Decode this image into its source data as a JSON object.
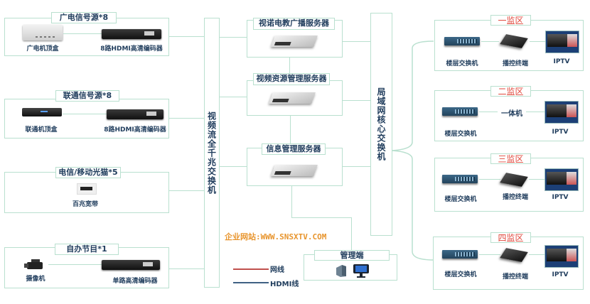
{
  "sources": [
    {
      "title": "广电信号源*8",
      "device_a": "广电机顶盒",
      "device_b": "8路HDMI高清编码器"
    },
    {
      "title": "联通信号源*8",
      "device_a": "联通机顶盒",
      "device_b": "8路HDMI高清编码器"
    },
    {
      "title": "电信/移动光猫*5",
      "device_a": "百兆宽带"
    },
    {
      "title": "自办节目*1",
      "device_a": "摄像机",
      "device_b": "单路高清编码器"
    }
  ],
  "video_switch": {
    "label": "视频流全千兆交换机"
  },
  "core_switch": {
    "label": "局域网核心交换机"
  },
  "servers": [
    {
      "title": "视诺电教广播服务器"
    },
    {
      "title": "视频资源管理服务器"
    },
    {
      "title": "信息管理服务器"
    }
  ],
  "management": {
    "title": "管理端"
  },
  "website": "企业网站:WWW.SNSXTV.COM",
  "legend": [
    {
      "label": "网线",
      "color": "#c0504d"
    },
    {
      "label": "HDMI线",
      "color": "#3f6184"
    }
  ],
  "zones": [
    {
      "title": "一监区",
      "switch": "楼层交换机",
      "middle": "播控终端",
      "display": "IPTV"
    },
    {
      "title": "二监区",
      "switch": "楼层交换机",
      "middle": "一体机",
      "display": "IPTV"
    },
    {
      "title": "三监区",
      "switch": "楼层交换机",
      "middle": "播控终端",
      "display": "IPTV"
    },
    {
      "title": "四监区",
      "switch": "楼层交换机",
      "middle": "播控终端",
      "display": "IPTV"
    }
  ],
  "colors": {
    "frame": "#b9e0cf",
    "text": "#1f3c5c",
    "zone_title": "#e0463a",
    "website": "#e8952e"
  }
}
